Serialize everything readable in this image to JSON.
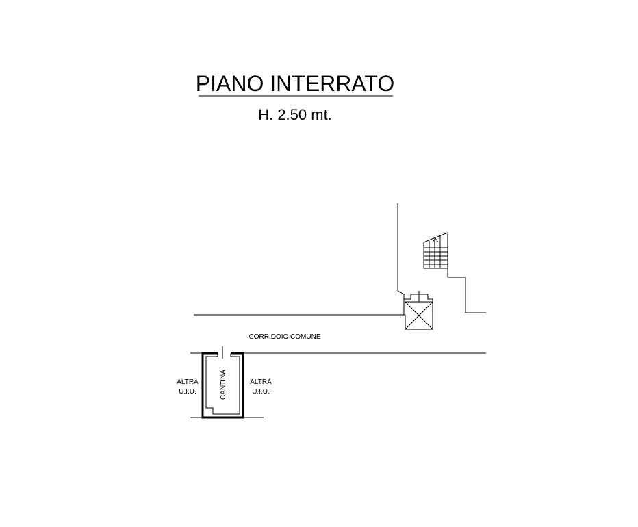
{
  "plan": {
    "title": "PIANO INTERRATO",
    "height_label": "H. 2.50 mt."
  },
  "labels": {
    "corridor": "CORRIDOIO COMUNE",
    "cellar": "CANTINA",
    "other_unit_left_line1": "ALTRA",
    "other_unit_left_line2": "U.I.U.",
    "other_unit_right_line1": "ALTRA",
    "other_unit_right_line2": "U.I.U."
  },
  "colors": {
    "ink": "#000000",
    "background": "#ffffff"
  }
}
